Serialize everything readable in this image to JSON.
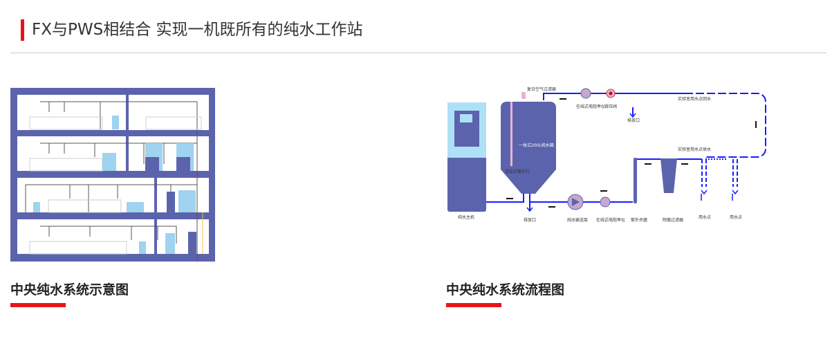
{
  "header": {
    "title": "FX与PWS相结合 实现一机既所有的纯水工作站"
  },
  "left": {
    "caption": "中央纯水系统示意图"
  },
  "right": {
    "caption": "中央纯水系统流程图",
    "labels": {
      "air_filter": "复合空气过滤器",
      "resistivity_top": "在线式电阻率仪",
      "back_valve": "背压阀",
      "drain_top": "排放口",
      "return": "实验室用水点回水",
      "tank": "一体式200L纯水箱",
      "uv_lamp": "浸没式紫外灯",
      "host": "纯水主机",
      "drain_bottom": "排放口",
      "pump": "纯水输送泵",
      "resistivity_bottom": "在线式电阻率仪",
      "uv_steril": "紫外杀菌",
      "filter": "除菌过滤器",
      "supply": "实验室用水点供水",
      "point1": "用水点",
      "point2": "用水点"
    }
  },
  "colors": {
    "accent": "#e8141b",
    "frame": "#5c63ad",
    "pipe": "#1a1aff"
  }
}
